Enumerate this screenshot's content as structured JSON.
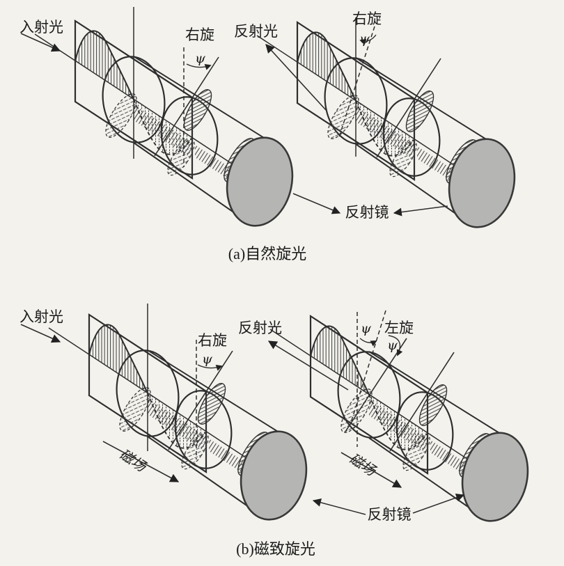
{
  "figure": {
    "type": "textbook-optics-illustration",
    "colors": {
      "background": "#f3f2ed",
      "ink": "#2e2e2e",
      "mirror_fill": "#b5b5b3",
      "text": "#1b1b1b"
    },
    "section_a": {
      "caption": "(a)自然旋光",
      "left_diagram": {
        "incident_light": "入射光",
        "rotation": "右旋",
        "angle": "ψ"
      },
      "right_diagram": {
        "reflected_light": "反射光",
        "rotation": "右旋",
        "angle": "ψ"
      },
      "mirror_label": "反射镜"
    },
    "section_b": {
      "caption": "(b)磁致旋光",
      "left_diagram": {
        "incident_light": "入射光",
        "rotation": "右旋",
        "angle": "ψ",
        "magnetic_field": "磁场"
      },
      "right_diagram": {
        "reflected_light": "反射光",
        "rotation": "左旋",
        "angle_incident": "ψ",
        "angle_reflected": "ψ",
        "magnetic_field": "磁场"
      },
      "mirror_label": "反射镜"
    }
  }
}
